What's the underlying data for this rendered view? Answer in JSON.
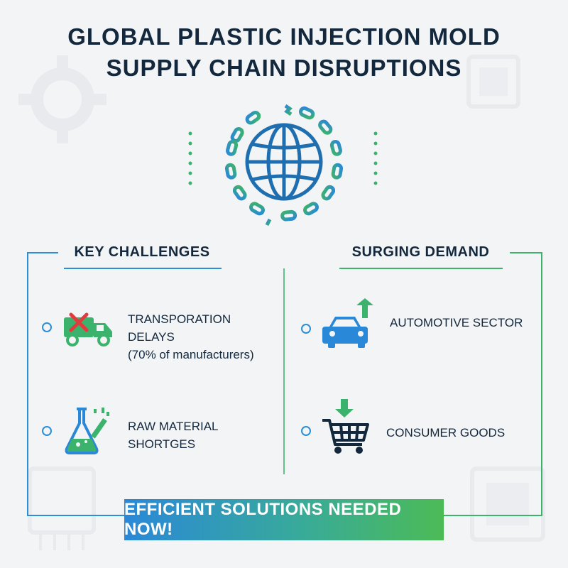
{
  "title": {
    "line1": "GLOBAL PLASTIC INJECTION MOLD",
    "line2": "SUPPLY CHAIN DISRUPTIONS"
  },
  "left_section": {
    "heading": "KEY CHALLENGES",
    "items": [
      {
        "icon": "truck-blocked-icon",
        "lines": [
          "TRANSPORATION",
          "DELAYS",
          "(70% of manufacturers)"
        ]
      },
      {
        "icon": "flask-shortage-icon",
        "lines": [
          "RAW MATERIAL",
          "SHORTGES"
        ]
      }
    ]
  },
  "right_section": {
    "heading": "SURGING DEMAND",
    "items": [
      {
        "icon": "car-up-arrow-icon",
        "label": "AUTOMOTIVE SECTOR"
      },
      {
        "icon": "cart-down-arrow-icon",
        "label": "CONSUMER GOODS"
      }
    ]
  },
  "banner": {
    "label": "EFFICIENT SOLUTIONS NEEDED NOW!"
  },
  "colors": {
    "blue": "#2a8fd8",
    "green": "#3cb36c",
    "navy": "#13283d",
    "red": "#e23b3b"
  }
}
